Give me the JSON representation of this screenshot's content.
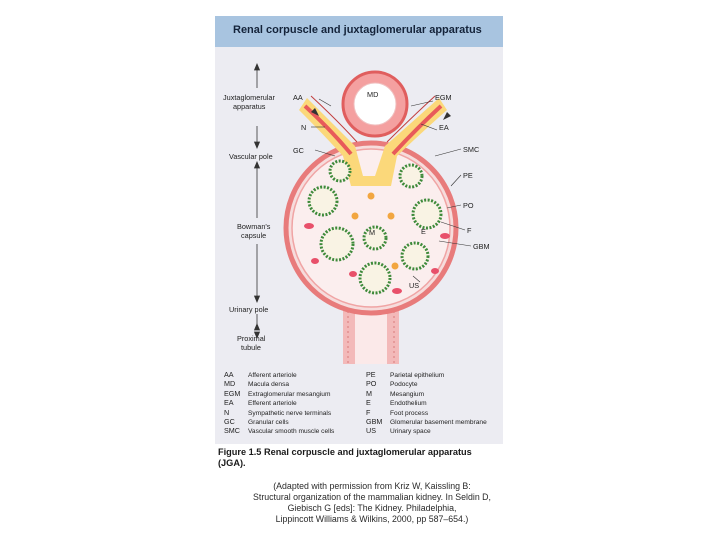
{
  "header": {
    "title": "Renal corpuscle and juxtaglomerular apparatus"
  },
  "side_labels": {
    "jga": [
      "Juxtaglomerular",
      "apparatus"
    ],
    "vascular_pole": "Vascular pole",
    "bowmans_capsule": [
      "Bowman's",
      "capsule"
    ],
    "urinary_pole": "Urinary pole",
    "proximal_tubule": [
      "Proximal",
      "tubule"
    ]
  },
  "structure_labels": {
    "AA": "AA",
    "N": "N",
    "GC": "GC",
    "MD": "MD",
    "EGM": "EGM",
    "EA": "EA",
    "SMC": "SMC",
    "PE": "PE",
    "PO": "PO",
    "F": "F",
    "GBM": "GBM",
    "US": "US",
    "M": "M",
    "E": "E"
  },
  "legend": {
    "left": [
      {
        "abbr": "AA",
        "text": "Afferent arteriole"
      },
      {
        "abbr": "MD",
        "text": "Macula densa"
      },
      {
        "abbr": "EGM",
        "text": "Extraglomerular mesangium"
      },
      {
        "abbr": "EA",
        "text": "Efferent arteriole"
      },
      {
        "abbr": "N",
        "text": "Sympathetic nerve terminals"
      },
      {
        "abbr": "GC",
        "text": "Granular cells"
      },
      {
        "abbr": "SMC",
        "text": "Vascular smooth muscle cells"
      }
    ],
    "right": [
      {
        "abbr": "PE",
        "text": "Parietal epithelium"
      },
      {
        "abbr": "PO",
        "text": "Podocyte"
      },
      {
        "abbr": "M",
        "text": "Mesangium"
      },
      {
        "abbr": "E",
        "text": "Endothelium"
      },
      {
        "abbr": "F",
        "text": "Foot process"
      },
      {
        "abbr": "GBM",
        "text": "Glomerular basement membrane"
      },
      {
        "abbr": "US",
        "text": "Urinary space"
      }
    ]
  },
  "caption": {
    "line1": "Figure 1.5 Renal corpuscle and juxtaglomerular apparatus",
    "line2": "(JGA)."
  },
  "source": [
    "(Adapted with permission from Kriz W, Kaissling B:",
    "Structural organization of the mammalian kidney. In Seldin D,",
    "Giebisch G [eds]: The Kidney. Philadelphia,",
    "Lippincott Williams & Wilkins, 2000, pp 587–654.)"
  ],
  "colors": {
    "panel": "#ececf2",
    "header": "#a8c4e0",
    "capsule_fill": "#f6dcdc",
    "capsule_wall": "#e87b7b",
    "mesangium": "#fbd87a",
    "podocyte": "#3e8a3a",
    "red_cells": "#e8506a"
  }
}
